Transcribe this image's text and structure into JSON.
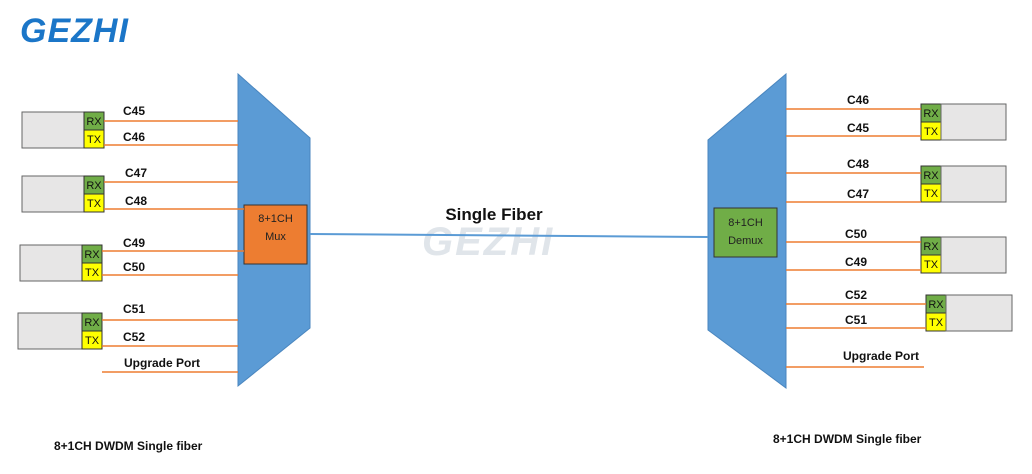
{
  "logo": {
    "text": "GEZHI"
  },
  "watermark": {
    "text": "GEZHI"
  },
  "fiber": {
    "label": "Single Fiber"
  },
  "mux": {
    "label_line1": "8+1CH",
    "label_line2": "Mux",
    "caption": "8+1CH DWDM Single fiber",
    "transceivers": [
      {
        "rx": "RX",
        "tx": "TX",
        "top_channel": "C45",
        "bottom_channel": "C46"
      },
      {
        "rx": "RX",
        "tx": "TX",
        "top_channel": "C47",
        "bottom_channel": "C48"
      },
      {
        "rx": "RX",
        "tx": "TX",
        "top_channel": "C49",
        "bottom_channel": "C50"
      },
      {
        "rx": "RX",
        "tx": "TX",
        "top_channel": "C51",
        "bottom_channel": "C52"
      }
    ],
    "upgrade_port": "Upgrade Port"
  },
  "demux": {
    "label_line1": "8+1CH",
    "label_line2": "Demux",
    "caption": "8+1CH DWDM Single fiber",
    "transceivers": [
      {
        "rx": "RX",
        "tx": "TX",
        "top_channel": "C46",
        "bottom_channel": "C45"
      },
      {
        "rx": "RX",
        "tx": "TX",
        "top_channel": "C48",
        "bottom_channel": "C47"
      },
      {
        "rx": "RX",
        "tx": "TX",
        "top_channel": "C50",
        "bottom_channel": "C49"
      },
      {
        "rx": "RX",
        "tx": "TX",
        "top_channel": "C52",
        "bottom_channel": "C51"
      }
    ],
    "upgrade_port": "Upgrade Port"
  },
  "colors": {
    "mux_body": "#5b9bd5",
    "mux_box": "#ed7d31",
    "demux_box": "#70ad47",
    "rx_fill": "#70ad47",
    "tx_fill": "#ffff00",
    "line": "#ed7d31",
    "fiber": "#5b9bd5",
    "module": "#e7e6e6",
    "logo": "#1b76c8"
  }
}
